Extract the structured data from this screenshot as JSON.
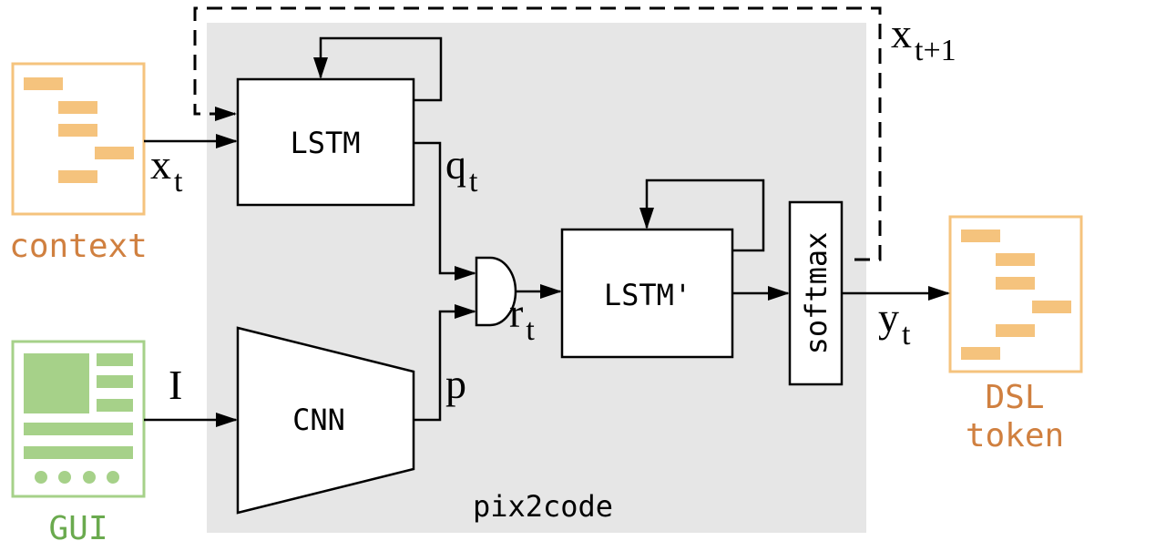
{
  "diagram": {
    "container_label": "pix2code",
    "blocks": {
      "lstm": "LSTM",
      "lstm_prime": "LSTM'",
      "cnn": "CNN",
      "softmax": "softmax"
    },
    "inputs": {
      "context_label": "context",
      "gui_label": "GUI"
    },
    "output": {
      "line1": "DSL",
      "line2": "token"
    },
    "signals": {
      "x_t": {
        "base": "x",
        "sub": "t"
      },
      "x_t1": {
        "base": "x",
        "sub": "t+1"
      },
      "q_t": {
        "base": "q",
        "sub": "t"
      },
      "r_t": {
        "base": "r",
        "sub": "t"
      },
      "y_t": {
        "base": "y",
        "sub": "t"
      },
      "image": "I",
      "p": "p"
    },
    "colors": {
      "container_bg": "#e6e6e6",
      "context_orange": "#f5c37d",
      "context_text": "#d08040",
      "gui_green": "#a6d189",
      "gui_text": "#6aaa4e",
      "line": "#000000"
    }
  }
}
